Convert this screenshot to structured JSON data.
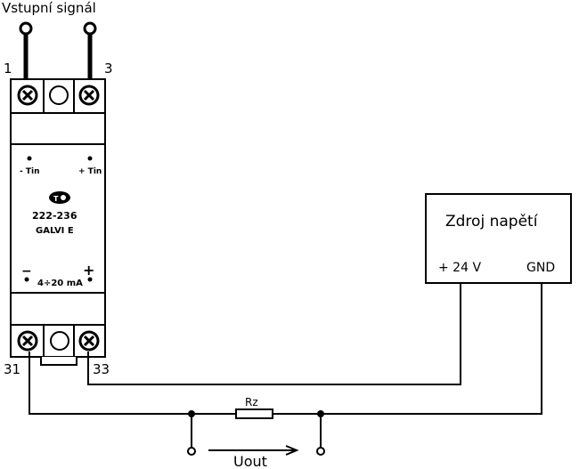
{
  "labels": {
    "input_signal": "Vstupní signál",
    "terminal_1": "1",
    "terminal_3": "3",
    "terminal_31": "31",
    "terminal_33": "33",
    "minus_tin": "- Tin",
    "plus_tin": "+ Tin",
    "part_number": "222-236",
    "model": "GALVI E",
    "minus_sign": "−",
    "plus_sign": "+",
    "range": "4÷20 mA",
    "power_supply_title": "Zdroj napětí",
    "plus_24v": "+ 24 V",
    "gnd": "GND",
    "resistor": "Rz",
    "output_voltage": "Uout"
  },
  "icons": [
    "screw-terminal-icon",
    "input-pin-icon",
    "output-terminal-icon",
    "logo-icon",
    "arrow-right-icon"
  ]
}
